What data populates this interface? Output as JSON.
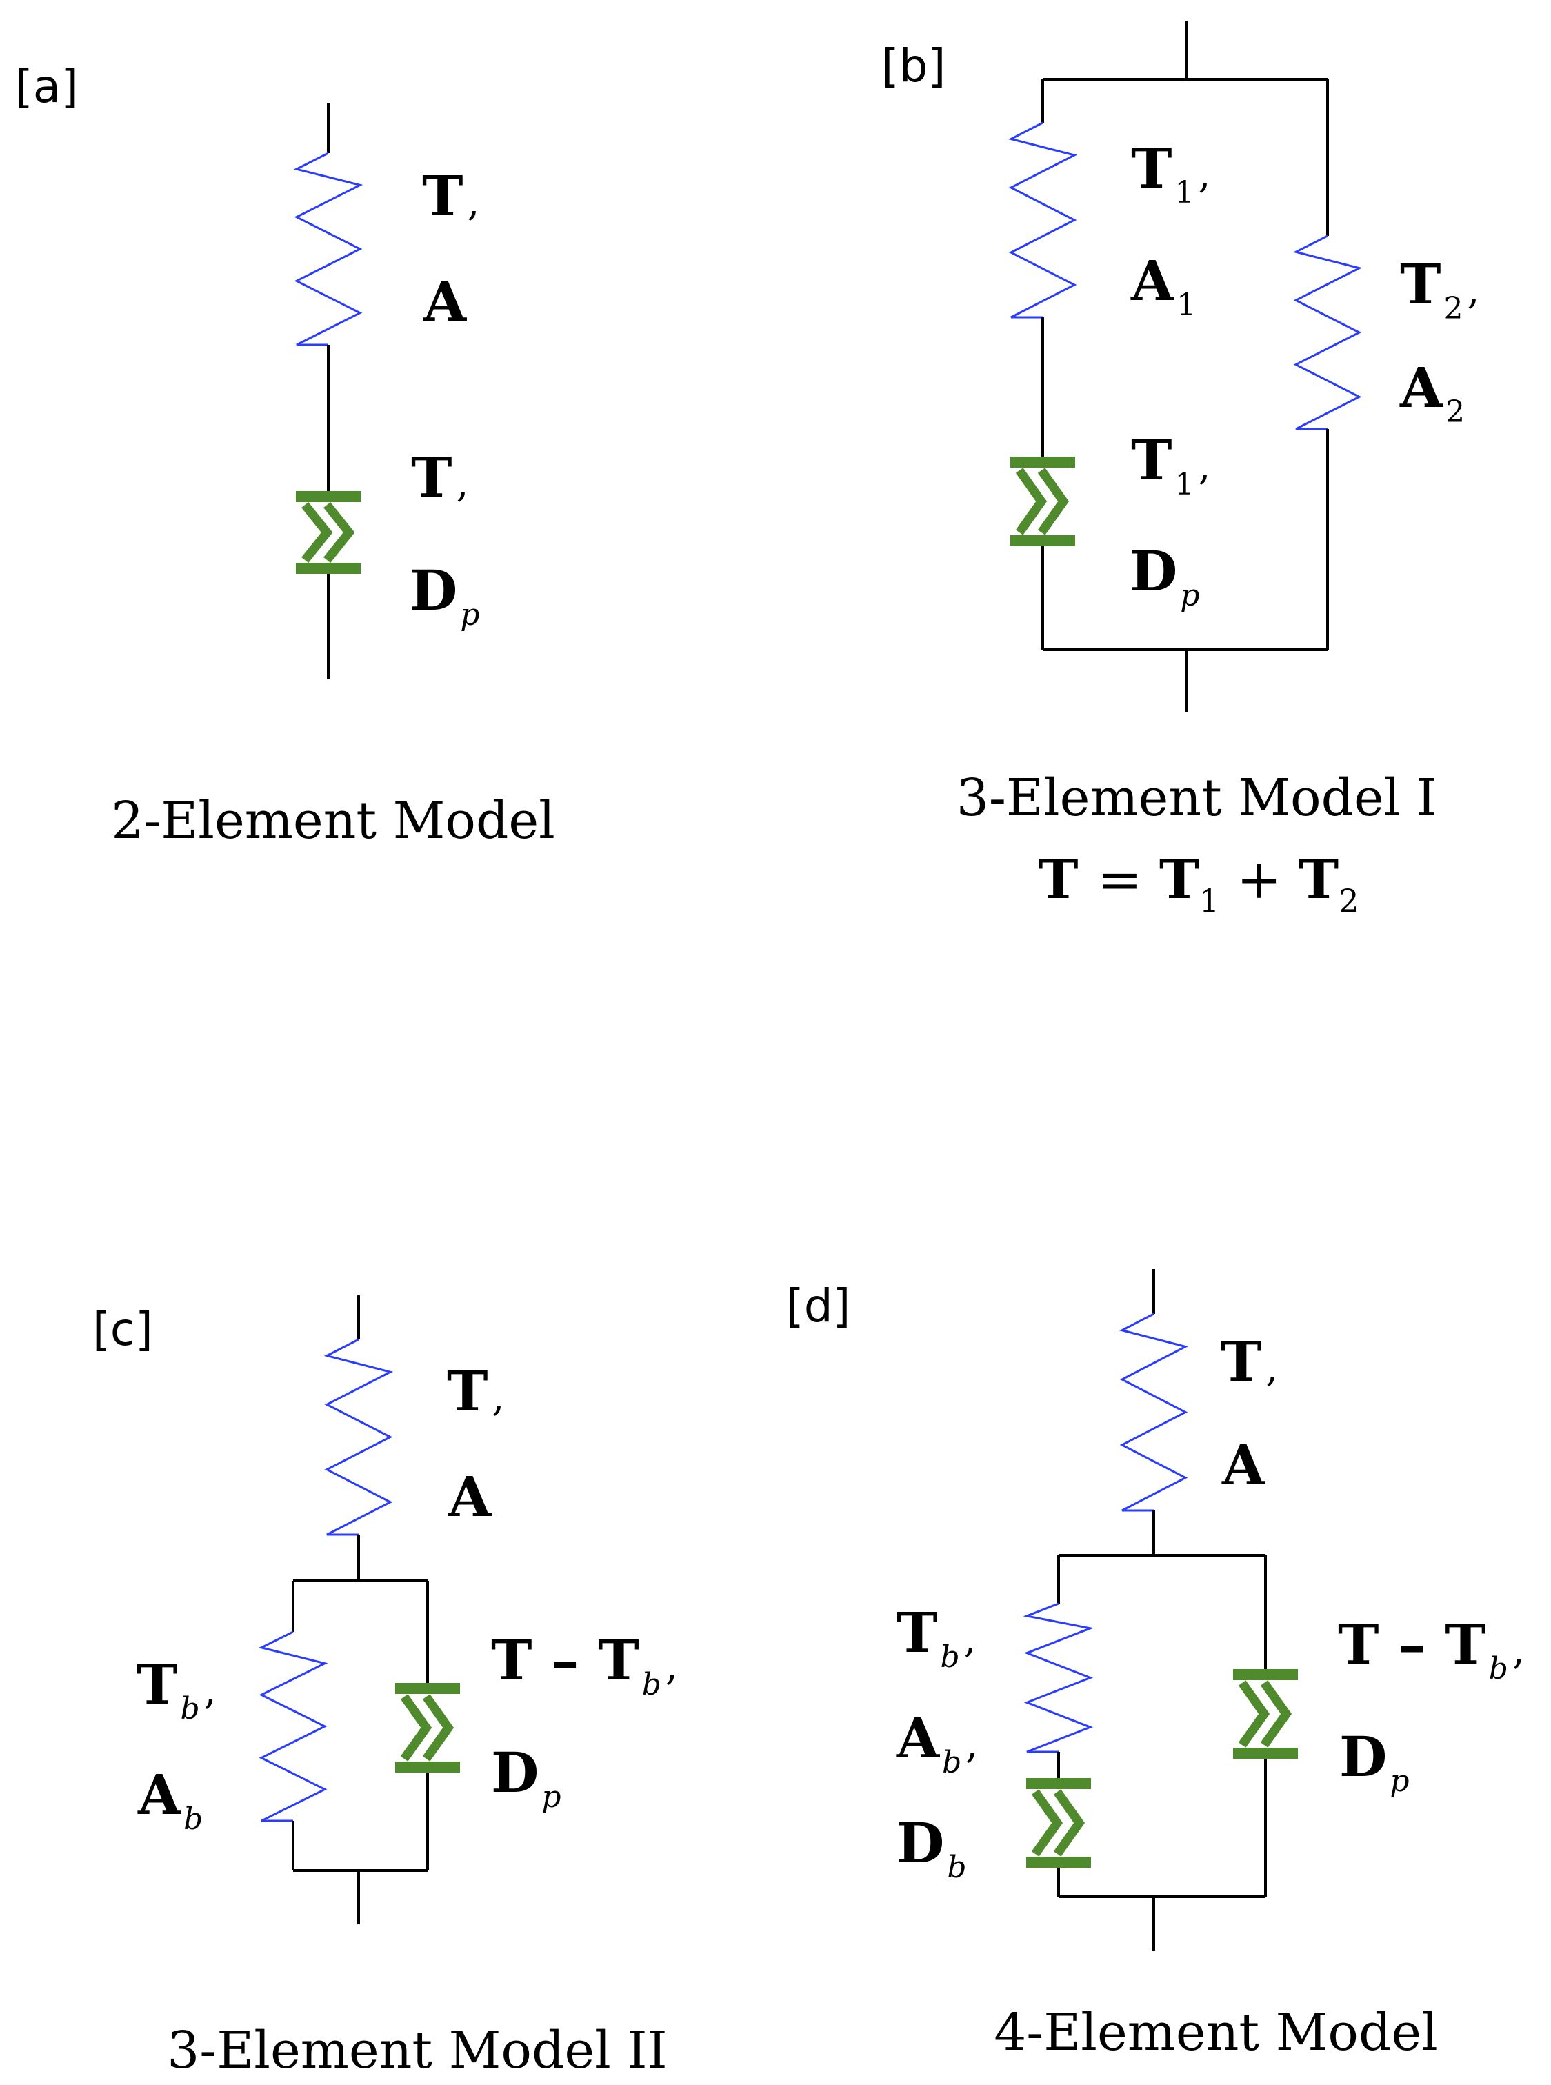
{
  "colors": {
    "spring": "#2a3cff",
    "dashpot": "#4f8a2c",
    "wire": "#000000",
    "text": "#000000"
  },
  "panels": [
    {
      "id": "a",
      "panel_label": "[a]",
      "caption": "2-Element Model",
      "equation": null,
      "labels": [
        {
          "main": "T",
          "sub": "",
          "tail": ","
        },
        {
          "main": "A",
          "sub": "",
          "tail": ""
        },
        {
          "main": "T",
          "sub": "",
          "tail": ","
        },
        {
          "main": "D",
          "sub": "p",
          "tail": ""
        }
      ]
    },
    {
      "id": "b",
      "panel_label": "[b]",
      "caption": "3-Element Model I",
      "equation": {
        "lhs": "T",
        "eq": "=",
        "t1": "T",
        "s1": "1",
        "plus": "+",
        "t2": "T",
        "s2": "2"
      },
      "labels": [
        {
          "main": "T",
          "sub": "1",
          "tail": ","
        },
        {
          "main": "A",
          "sub": "1",
          "tail": ""
        },
        {
          "main": "T",
          "sub": "2",
          "tail": ","
        },
        {
          "main": "A",
          "sub": "2",
          "tail": ""
        },
        {
          "main": "T",
          "sub": "1",
          "tail": ","
        },
        {
          "main": "D",
          "sub": "p",
          "tail": ""
        }
      ]
    },
    {
      "id": "c",
      "panel_label": "[c]",
      "caption": "3-Element Model II",
      "equation": null,
      "labels": [
        {
          "main": "T",
          "sub": "",
          "tail": ","
        },
        {
          "main": "A",
          "sub": "",
          "tail": ""
        },
        {
          "main": "T",
          "sub": "b",
          "tail": ","
        },
        {
          "main": "A",
          "sub": "b",
          "tail": ""
        },
        {
          "main": "T – T",
          "sub": "b",
          "tail": ","
        },
        {
          "main": "D",
          "sub": "p",
          "tail": ""
        }
      ]
    },
    {
      "id": "d",
      "panel_label": "[d]",
      "caption": "4-Element Model",
      "equation": null,
      "labels": [
        {
          "main": "T",
          "sub": "",
          "tail": ","
        },
        {
          "main": "A",
          "sub": "",
          "tail": ""
        },
        {
          "main": "T",
          "sub": "b",
          "tail": ","
        },
        {
          "main": "A",
          "sub": "b",
          "tail": ","
        },
        {
          "main": "D",
          "sub": "b",
          "tail": ""
        },
        {
          "main": "T – T",
          "sub": "b",
          "tail": ","
        },
        {
          "main": "D",
          "sub": "p",
          "tail": ""
        }
      ]
    }
  ]
}
